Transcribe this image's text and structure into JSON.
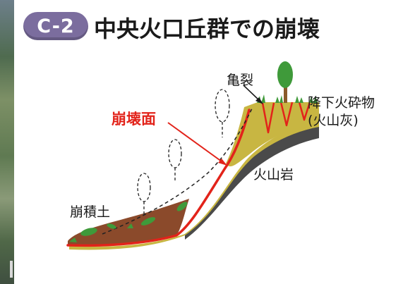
{
  "title": {
    "badge": "C-2",
    "text": "中央火口丘群での崩壊"
  },
  "labels": {
    "crack": "亀裂",
    "failure_surface": "崩壊面",
    "tephra_line1": "降下火砕物",
    "tephra_line2": "(火山灰)",
    "volcanic_rock": "火山岩",
    "colluvium": "崩積土"
  },
  "colors": {
    "badge": "#7b6d9e",
    "failure_surface": "#e2231a",
    "tephra": "#c8b642",
    "volcanic_rock": "#4a4a4a",
    "colluvium": "#8b4a2b",
    "vegetation": "#3f9a3a"
  }
}
